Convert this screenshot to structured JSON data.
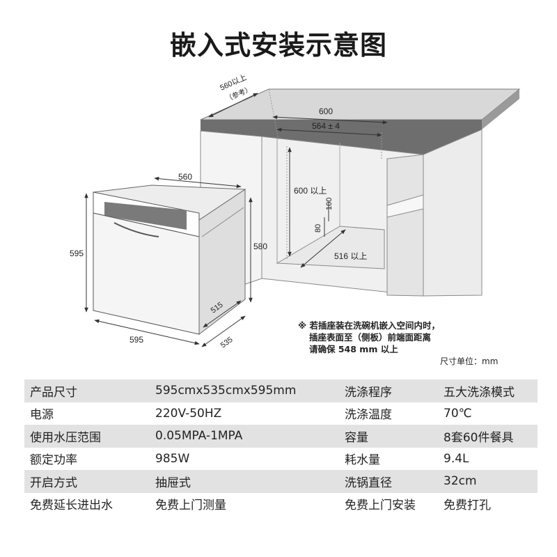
{
  "title": "嵌入式安装示意图",
  "diagram": {
    "cabinet": {
      "depth_label": "560以上",
      "depth_note": "（参考）",
      "width_label": "600",
      "inner_width_label": "564 ± 4",
      "height_label": "600 以上",
      "dim_100": "100",
      "dim_80": "80",
      "bottom_label": "516 以上"
    },
    "appliance": {
      "top_depth": "560",
      "height": "595",
      "side_height": "580",
      "bottom_depth_inner": "515",
      "width": "595",
      "depth": "535"
    },
    "note": {
      "line1": "※ 若插座装在洗碗机嵌入空间内时，",
      "line2": "插座表面至（侧板）前端面距离",
      "line3": "请确保 548 mm 以上"
    },
    "unit": "尺寸单位：mm"
  },
  "specs": [
    {
      "k1": "产品尺寸",
      "v1": "595cmx535cmx595mm",
      "k2": "洗涤程序",
      "v2": "五大洗涤模式",
      "shaded": true
    },
    {
      "k1": "电源",
      "v1": "220V-50HZ",
      "k2": "洗涤温度",
      "v2": "70℃",
      "shaded": false
    },
    {
      "k1": "使用水压范围",
      "v1": "0.05MPA-1MPA",
      "k2": "容量",
      "v2": "8套60件餐具",
      "shaded": true
    },
    {
      "k1": "额定功率",
      "v1": "985W",
      "k2": "耗水量",
      "v2": "9.4L",
      "shaded": false
    },
    {
      "k1": "开启方式",
      "v1": "抽屉式",
      "k2": "洗锅直径",
      "v2": "32cm",
      "shaded": true
    },
    {
      "k1": "免费延长进出水",
      "v1": "免费上门测量",
      "k2": "免费上门安装",
      "v2": "免费打孔",
      "shaded": false
    }
  ]
}
